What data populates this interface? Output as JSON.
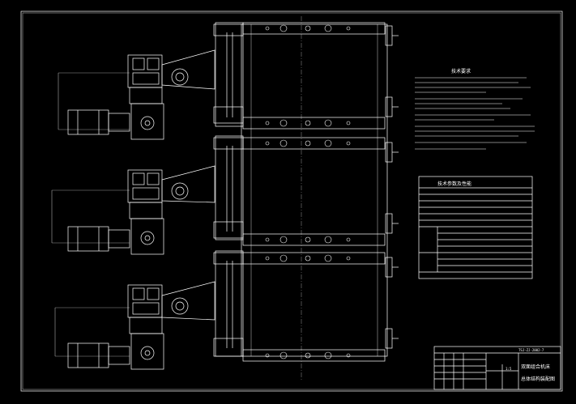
{
  "drawing": {
    "code": "TSJ-ZJ-2002-7",
    "title_cn": "技术要求",
    "spec_table_title": "技术参数及性能",
    "drawing_name": "双面组合机床",
    "drawing_subtitle": "总体结构装配图",
    "scale": "1:5",
    "colors": {
      "background": "#000000",
      "lines": "#ffffff",
      "frame": "#ffffff"
    }
  }
}
